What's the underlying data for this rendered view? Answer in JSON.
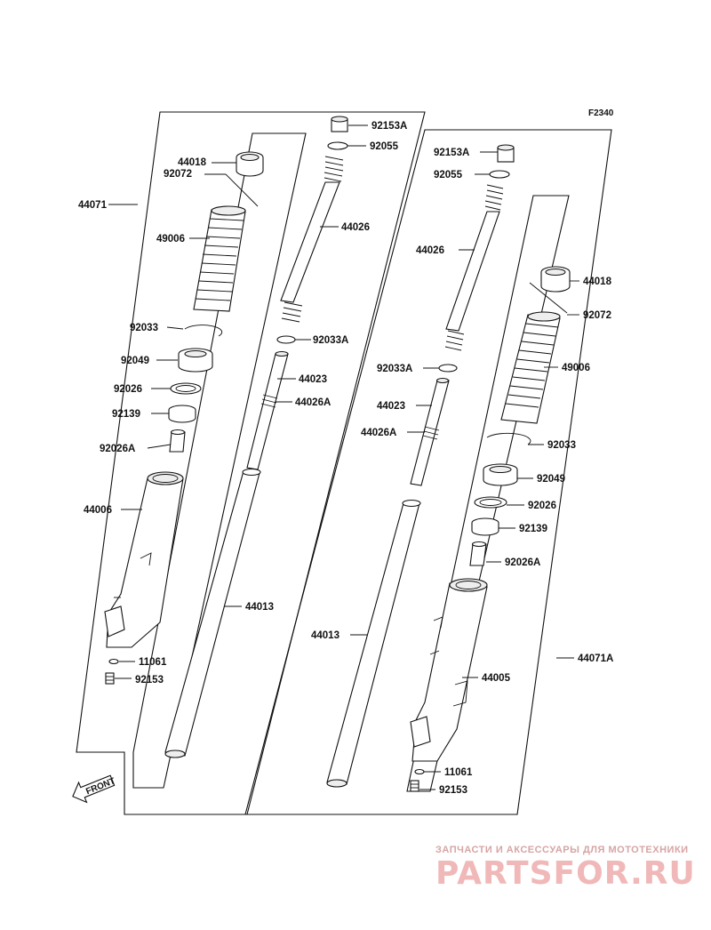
{
  "figure_ref": "F2340",
  "front_label": "FRONT",
  "watermark": {
    "tagline": "ЗАПЧАСТИ И АКСЕССУАРЫ ДЛЯ МОТОТЕХНИКИ",
    "brand": "PARTSFOR.RU"
  },
  "left_fork": {
    "assembly": "44071",
    "inner_frame_parts": {
      "p44018": "44018",
      "p92072": "92072",
      "p49006": "49006",
      "p92033": "92033",
      "p92049": "92049",
      "p92026": "92026",
      "p92139": "92139",
      "p92026A": "92026A",
      "p44006": "44006",
      "p11061": "11061",
      "p92153": "92153"
    },
    "tube_parts": {
      "p92153A": "92153A",
      "p92055": "92055",
      "p44026": "44026",
      "p92033A": "92033A",
      "p44023": "44023",
      "p44026A": "44026A",
      "p44013": "44013"
    }
  },
  "right_fork": {
    "assembly": "44071A",
    "tube_parts": {
      "p92153A": "92153A",
      "p92055": "92055",
      "p44026": "44026",
      "p92033A": "92033A",
      "p44023": "44023",
      "p44026A": "44026A",
      "p44013": "44013"
    },
    "inner_frame_parts": {
      "p44018": "44018",
      "p92072": "92072",
      "p49006": "49006",
      "p92033": "92033",
      "p92049": "92049",
      "p92026": "92026",
      "p92139": "92139",
      "p92026A": "92026A",
      "p44005": "44005",
      "p11061": "11061",
      "p92153": "92153"
    }
  }
}
